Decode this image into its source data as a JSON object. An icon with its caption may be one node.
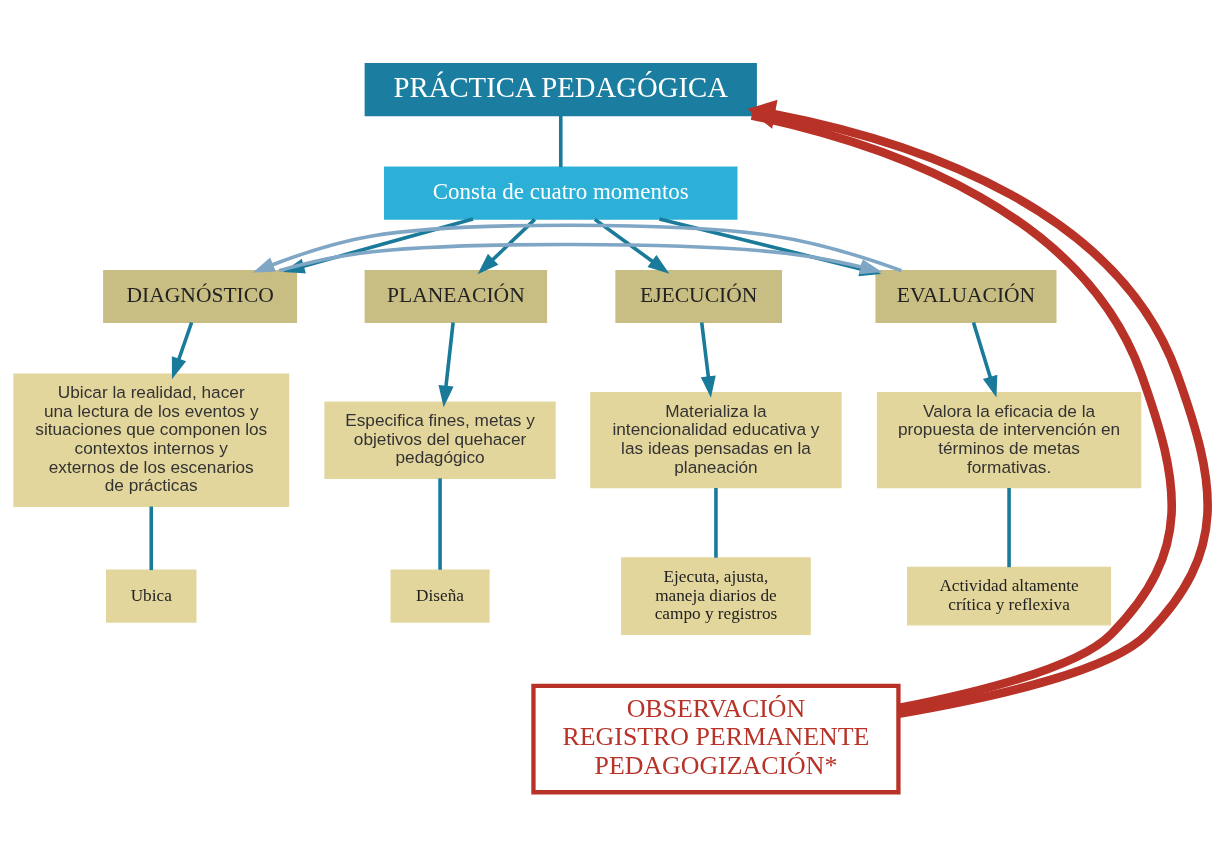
{
  "diagram": {
    "nodes": [
      {
        "text": [
          "PRÁCTICA PEDAGÓGICA"
        ]
      },
      {
        "text": [
          "Consta de cuatro momentos"
        ]
      },
      {
        "text": [
          "DIAGNÓSTICO"
        ]
      },
      {
        "text": [
          "PLANEACIÓN"
        ]
      },
      {
        "text": [
          "EJECUCIÓN"
        ]
      },
      {
        "text": [
          "EVALUACIÓN"
        ]
      },
      {
        "text": [
          "Ubicar la realidad, hacer una lectura de los eventos y situaciones que componen los contextos internos y externos de los escenarios de prácticas"
        ]
      },
      {
        "text": [
          "Especifica fines, metas y objetivos del quehacer pedagógico"
        ]
      },
      {
        "text": [
          "Materializa la intencionalidad educativa y las ideas pensadas en la planeación"
        ]
      },
      {
        "text": [
          "Valora la eficacia de la propuesta de intervención en términos de metas formativas."
        ]
      },
      {
        "text": [
          "Ubica"
        ]
      },
      {
        "text": [
          "Diseña"
        ]
      },
      {
        "text": [
          "Ejecuta, ajusta, maneja diarios de campo y registros"
        ]
      },
      {
        "text": [
          "Actividad altamente crítica y reflexiva"
        ]
      },
      {
        "text": [
          "OBSERVACIÓN",
          "REGISTRO PERMANENTE",
          "PEDAGOGIZACIÓN*"
        ]
      }
    ],
    "edges": [
      {
        "from": 0,
        "to": 1,
        "arrow": "none"
      },
      {
        "from": 1,
        "to": 2,
        "arrow": "to"
      },
      {
        "from": 1,
        "to": 3,
        "arrow": "to"
      },
      {
        "from": 1,
        "to": 4,
        "arrow": "to"
      },
      {
        "from": 1,
        "to": 5,
        "arrow": "to"
      },
      {
        "from": 2,
        "to": 5,
        "arrow": "to",
        "color": "#7fa6c4"
      },
      {
        "from": 5,
        "to": 2,
        "arrow": "to",
        "color": "#7fa6c4"
      },
      {
        "from": 2,
        "to": 6,
        "arrow": "to"
      },
      {
        "from": 3,
        "to": 7,
        "arrow": "to"
      },
      {
        "from": 4,
        "to": 8,
        "arrow": "to"
      },
      {
        "from": 5,
        "to": 9,
        "arrow": "to"
      },
      {
        "from": 6,
        "to": 10,
        "arrow": "none"
      },
      {
        "from": 7,
        "to": 11,
        "arrow": "none"
      },
      {
        "from": 8,
        "to": 12,
        "arrow": "none"
      },
      {
        "from": 9,
        "to": 13,
        "arrow": "none"
      },
      {
        "from": 0,
        "to": 14,
        "arrow": "none",
        "style": "thick",
        "color": "#b83228"
      },
      {
        "from": 14,
        "to": 0,
        "arrow": "to",
        "style": "thick",
        "color": "#b83228"
      }
    ]
  }
}
